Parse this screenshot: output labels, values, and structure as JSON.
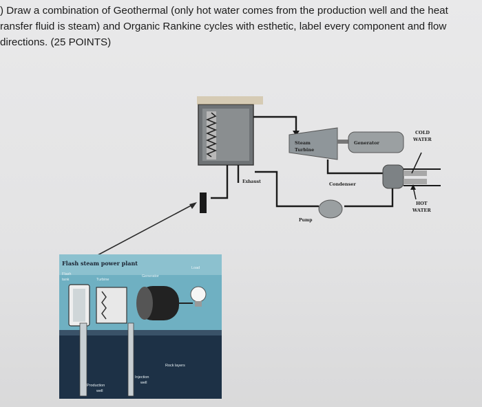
{
  "question": {
    "line1": ") Draw  a combination of Geothermal (only hot water comes from the production well and the heat",
    "line2": "ransfer fluid is steam) and Organic Rankine cycles with esthetic, label every component and flow",
    "line3": "directions. (25 POINTS)"
  },
  "orc_diagram": {
    "steam_turbine_line1": "Steam",
    "steam_turbine_line2": "Turbine",
    "generator": "Generator",
    "cold_water_line1": "COLD",
    "cold_water_line2": "WATER",
    "exhaust": "Exhaust",
    "condenser": "Condenser",
    "pump": "Pump",
    "hot_water_line1": "HOT",
    "hot_water_line2": "WATER"
  },
  "flash_plant": {
    "title": "Flash steam power plant",
    "flash_tank_line1": "Flash",
    "flash_tank_line2": "tank",
    "turbine": "Turbine",
    "generator": "Generator",
    "load": "Load",
    "rock_layers": "Rock layers",
    "production_well_line1": "Production",
    "production_well_line2": "well",
    "injection_well_line1": "Injection",
    "injection_well_line2": "well"
  },
  "colors": {
    "pipe": "#1a1a1a",
    "turbine": "#8f969a",
    "generator": "#9ba0a2",
    "ground": "#1d3146",
    "sky": "#6fb0c2"
  }
}
